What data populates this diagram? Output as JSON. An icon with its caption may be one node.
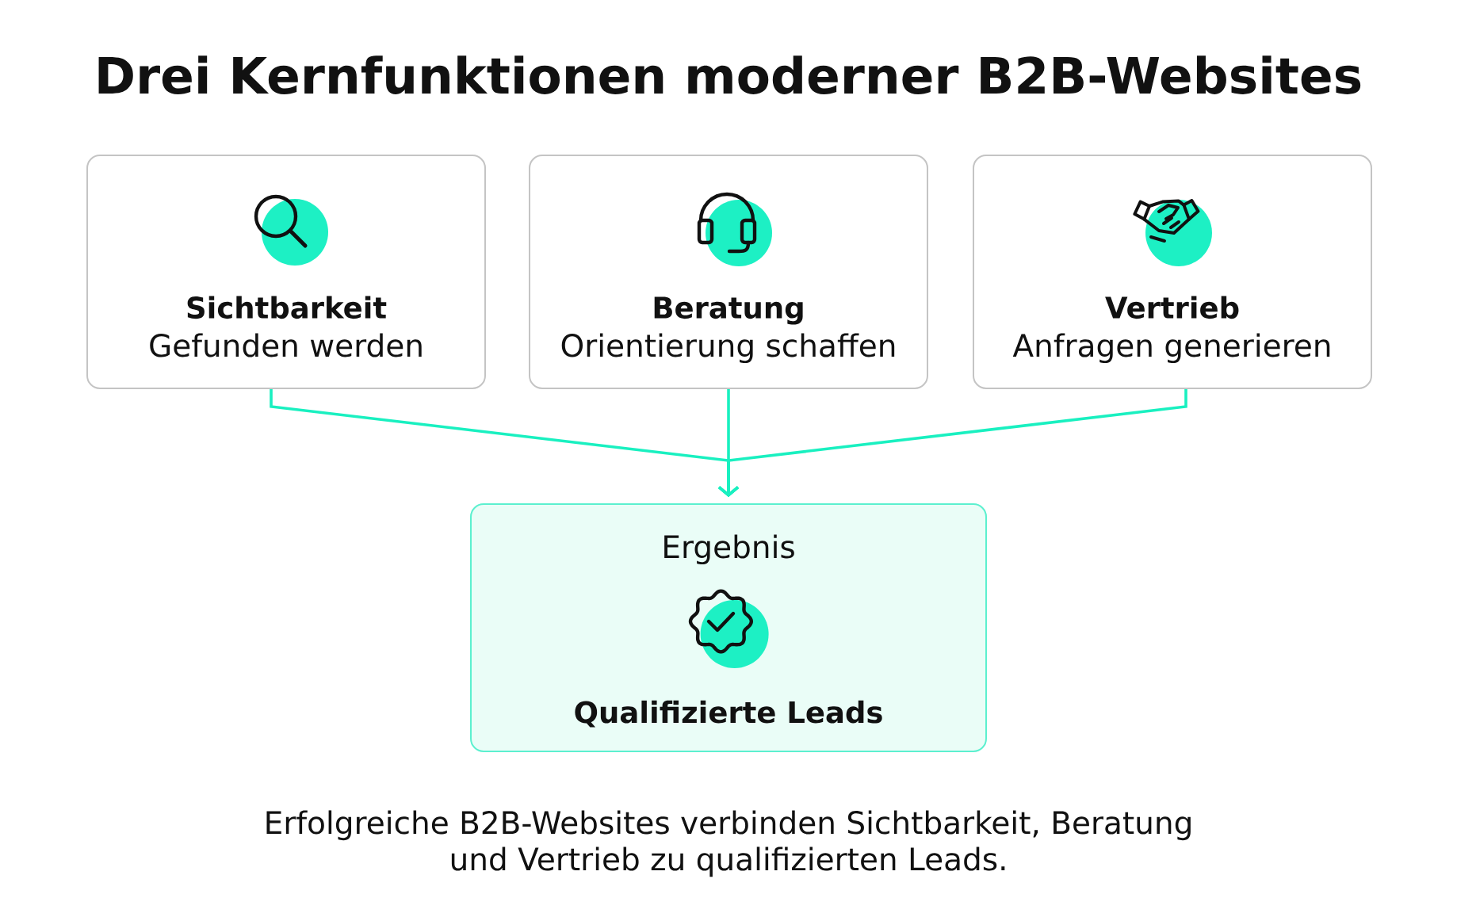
{
  "diagram": {
    "title": "Drei Kernfunktionen moderner B2B-Websites",
    "nodes": [
      {
        "text": [
          "Sichtbarkeit",
          "Gefunden werden"
        ]
      },
      {
        "text": [
          "Beratung",
          "Orientierung schaffen"
        ]
      },
      {
        "text": [
          "Vertrieb",
          "Anfragen generieren"
        ]
      },
      {
        "text": [
          "Ergebnis",
          "Qualifizierte Leads"
        ]
      }
    ],
    "edges": [
      {
        "from": 0,
        "to": 3,
        "arrow": "to"
      },
      {
        "from": 1,
        "to": 3,
        "arrow": "to"
      },
      {
        "from": 2,
        "to": 3,
        "arrow": "to"
      }
    ],
    "caption": "Erfolgreiche B2B-Websites verbinden Sichtbarkeit, Beratung und Vertrieb zu qualifizierten Leads."
  }
}
